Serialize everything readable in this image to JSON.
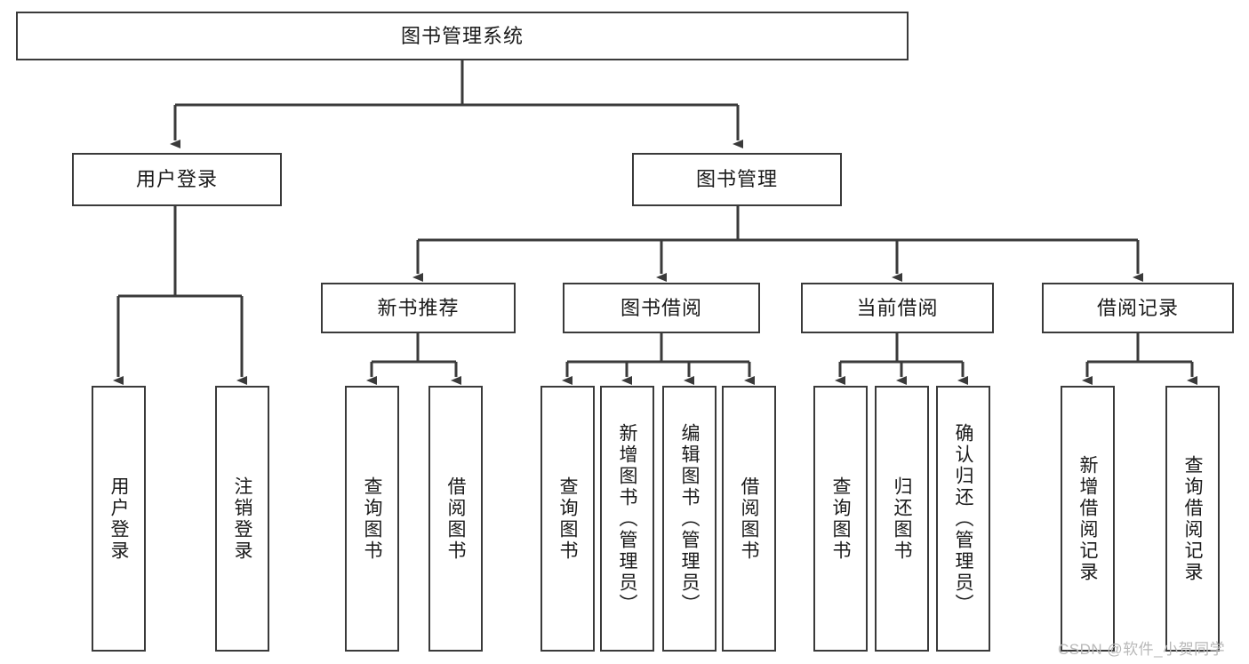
{
  "diagram": {
    "title": "图书管理系统",
    "type": "tree-hierarchy-diagram",
    "style": {
      "box_border_color": "#3a3a3a",
      "box_fill_color": "#ffffff",
      "connector_color": "#3a3a3a",
      "text_color": "#1a1a1a",
      "background": "#ffffff"
    },
    "nodes": {
      "root": {
        "label": "图书管理系统"
      },
      "level2": [
        {
          "id": "user-login",
          "label": "用户登录"
        },
        {
          "id": "book-management",
          "label": "图书管理"
        }
      ],
      "level3": [
        {
          "id": "new-book-recommend",
          "label": "新书推荐"
        },
        {
          "id": "book-borrow",
          "label": "图书借阅"
        },
        {
          "id": "current-borrow",
          "label": "当前借阅"
        },
        {
          "id": "borrow-record",
          "label": "借阅记录"
        }
      ],
      "leaves": [
        {
          "id": "leaf-user-login",
          "label": "用户登录",
          "parent": "user-login"
        },
        {
          "id": "leaf-logout-login",
          "label": "注销登录",
          "parent": "user-login"
        },
        {
          "id": "leaf-query-book-1",
          "label": "查询图书",
          "parent": "new-book-recommend"
        },
        {
          "id": "leaf-borrow-book-1",
          "label": "借阅图书",
          "parent": "new-book-recommend"
        },
        {
          "id": "leaf-query-book-2",
          "label": "查询图书",
          "parent": "book-borrow"
        },
        {
          "id": "leaf-add-book",
          "label": "新增图书（管理员）",
          "parent": "book-borrow"
        },
        {
          "id": "leaf-edit-book",
          "label": "编辑图书（管理员）",
          "parent": "book-borrow"
        },
        {
          "id": "leaf-borrow-book-2",
          "label": "借阅图书",
          "parent": "book-borrow"
        },
        {
          "id": "leaf-query-book-3",
          "label": "查询图书",
          "parent": "current-borrow"
        },
        {
          "id": "leaf-return-book",
          "label": "归还图书",
          "parent": "current-borrow"
        },
        {
          "id": "leaf-confirm-return",
          "label": "确认归还（管理员）",
          "parent": "current-borrow"
        },
        {
          "id": "leaf-add-record",
          "label": "新增借阅记录",
          "parent": "borrow-record"
        },
        {
          "id": "leaf-query-record",
          "label": "查询借阅记录",
          "parent": "borrow-record"
        }
      ]
    }
  },
  "watermark": {
    "text": "CSDN @软件_小贺同学"
  }
}
